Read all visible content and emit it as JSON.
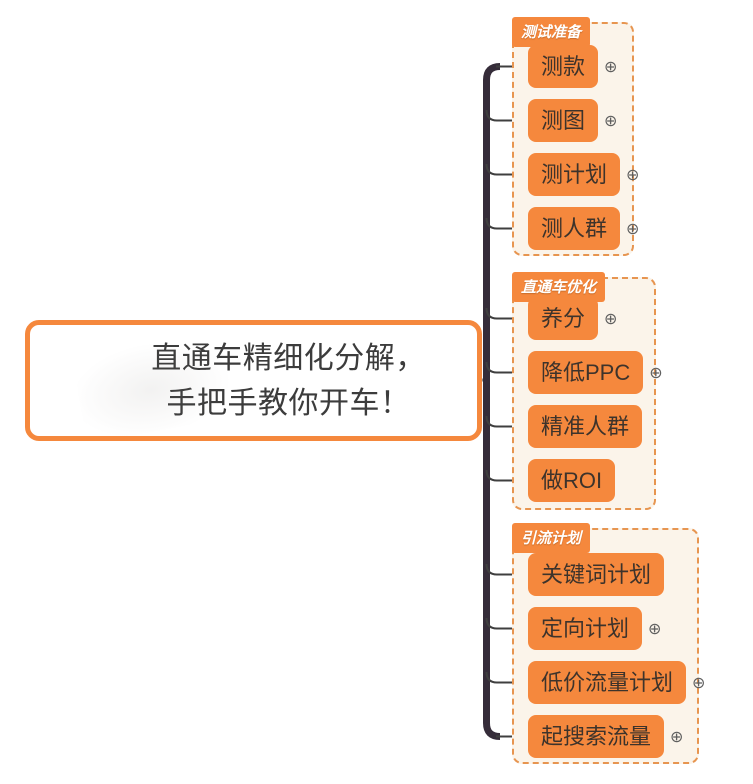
{
  "central_topic": {
    "line1": "直通车精细化分解，",
    "line2": "手把手教你开车！"
  },
  "icons": {
    "expand": "⊕"
  },
  "groups": [
    {
      "label": "测试准备",
      "items": [
        {
          "label": "测款",
          "expandable": true
        },
        {
          "label": "测图",
          "expandable": true
        },
        {
          "label": "测计划",
          "expandable": true
        },
        {
          "label": "测人群",
          "expandable": true
        }
      ]
    },
    {
      "label": "直通车优化",
      "items": [
        {
          "label": "养分",
          "expandable": true
        },
        {
          "label": "降低PPC",
          "expandable": true
        },
        {
          "label": "精准人群",
          "expandable": false
        },
        {
          "label": "做ROI",
          "expandable": false
        }
      ]
    },
    {
      "label": "引流计划",
      "items": [
        {
          "label": "关键词计划",
          "expandable": false
        },
        {
          "label": "定向计划",
          "expandable": true
        },
        {
          "label": "低价流量计划",
          "expandable": true
        },
        {
          "label": "起搜索流量",
          "expandable": true
        }
      ]
    }
  ],
  "colors": {
    "node_orange": "#F5883D",
    "boundary_border": "#E79550",
    "boundary_background": "#FBF4EA",
    "trunk": "#352C39",
    "branch_line": "#3F3F3F",
    "node_text": "#3D332B",
    "label_text": "#FFFFFF",
    "central_text": "#3C3C3C"
  }
}
